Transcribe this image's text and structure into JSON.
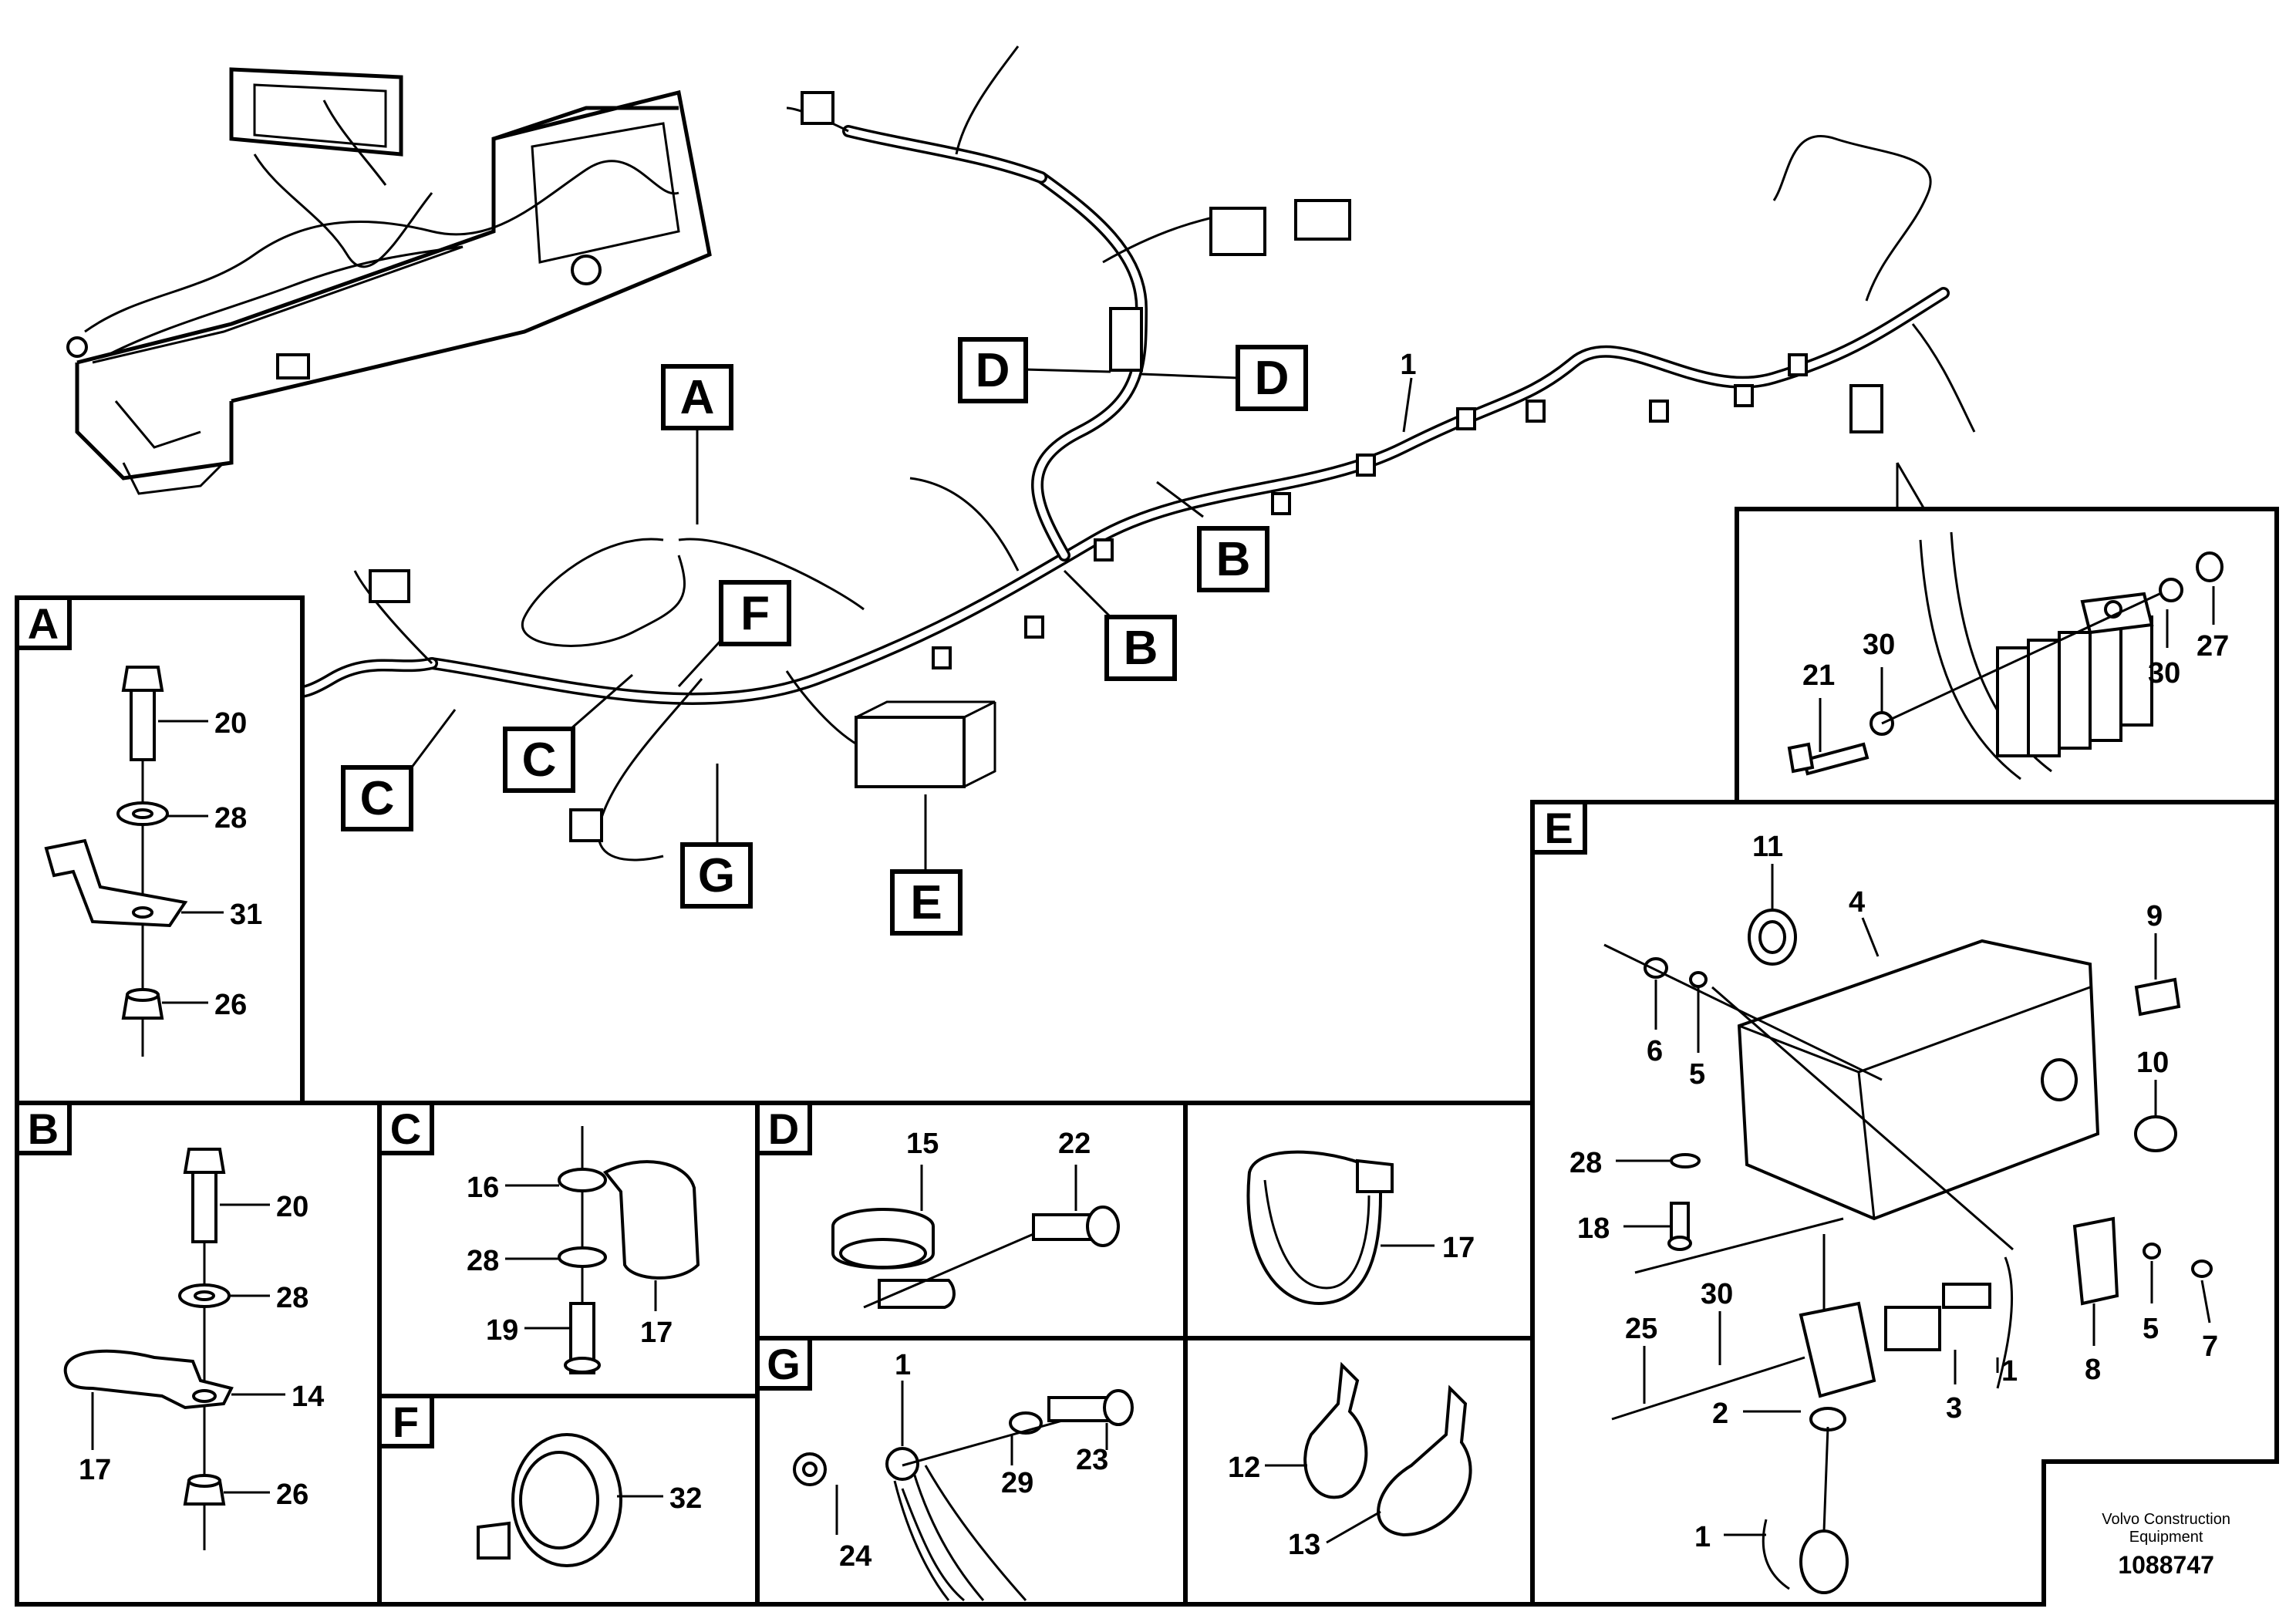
{
  "callouts": {
    "A": "A",
    "B": "B",
    "C": "C",
    "D": "D",
    "E": "E",
    "F": "F",
    "G": "G"
  },
  "main_labels": {
    "harness": "1"
  },
  "panels": {
    "A": {
      "letter": "A",
      "items": [
        "20",
        "28",
        "31",
        "26"
      ]
    },
    "B": {
      "letter": "B",
      "items": [
        "20",
        "28",
        "14",
        "17",
        "26"
      ]
    },
    "C": {
      "letter": "C",
      "items": [
        "16",
        "28",
        "19",
        "17"
      ]
    },
    "D": {
      "letter": "D",
      "items": [
        "15",
        "22"
      ]
    },
    "clip17": {
      "items": [
        "17"
      ]
    },
    "F": {
      "letter": "F",
      "items": [
        "32"
      ]
    },
    "G": {
      "letter": "G",
      "items": [
        "1",
        "29",
        "23",
        "24"
      ]
    },
    "ties": {
      "items": [
        "12",
        "13"
      ]
    },
    "relay": {
      "items": [
        "21",
        "30",
        "30",
        "27"
      ]
    },
    "E": {
      "letter": "E",
      "items": [
        "11",
        "4",
        "9",
        "6",
        "5",
        "10",
        "28",
        "18",
        "30",
        "25",
        "2",
        "1",
        "3",
        "8",
        "5",
        "7",
        "1"
      ]
    }
  },
  "footer": {
    "brand_line1": "Volvo Construction",
    "brand_line2": "Equipment",
    "doc_id": "1088747"
  }
}
